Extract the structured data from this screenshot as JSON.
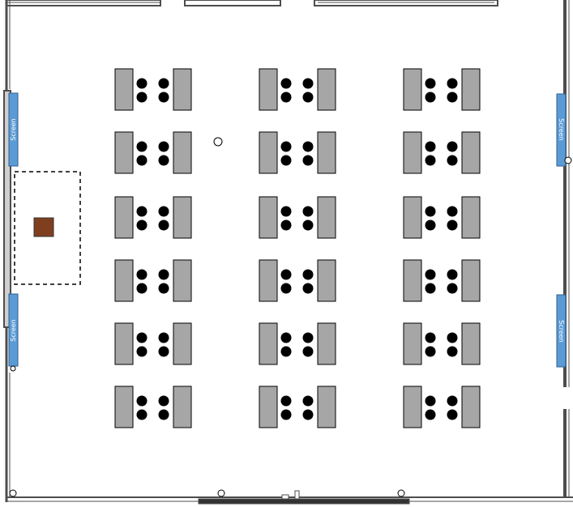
{
  "room": {
    "screens": [
      {
        "id": "screen-left-top",
        "label": "Screen"
      },
      {
        "id": "screen-left-bottom",
        "label": "Screen"
      },
      {
        "id": "screen-right-top",
        "label": "Screen"
      },
      {
        "id": "screen-right-bottom",
        "label": "Screen"
      }
    ],
    "seating": {
      "rows": 6,
      "columns": 3,
      "pod": {
        "tables": 2,
        "chairs": 4
      }
    },
    "colors": {
      "table": "#a6a6a6",
      "chair": "#000000",
      "screen": "#5b9bd5",
      "podium": "#7f3f1e",
      "wall": "#4d4d4d"
    }
  }
}
